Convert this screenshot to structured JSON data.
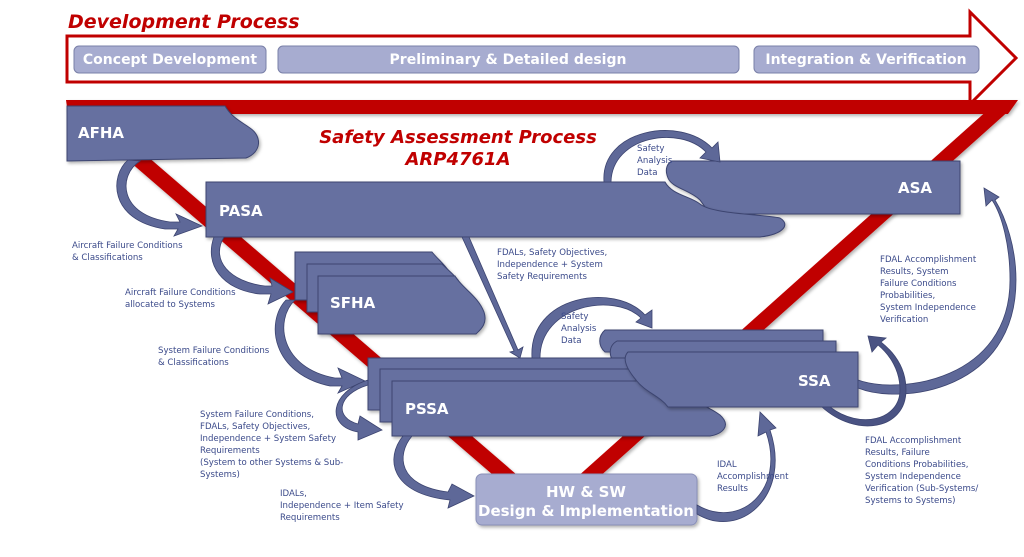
{
  "development_process": {
    "title": "Development Process",
    "phases": [
      {
        "label": "Concept Development"
      },
      {
        "label": "Preliminary & Detailed design"
      },
      {
        "label": "Integration & Verification"
      }
    ]
  },
  "safety_assessment": {
    "title_line1": "Safety Assessment Process",
    "title_line2": "ARP4761A"
  },
  "blocks": {
    "afha": "AFHA",
    "pasa": "PASA",
    "asa": "ASA",
    "sfha": "SFHA",
    "pssa": "PSSA",
    "ssa": "SSA",
    "hw_sw_line1": "HW & SW",
    "hw_sw_line2": "Design & Implementation"
  },
  "labels": {
    "afha_to_pasa": [
      "Aircraft Failure Conditions",
      "& Classifications"
    ],
    "pasa_to_sfha": [
      "Aircraft Failure Conditions",
      "allocated to Systems"
    ],
    "sfha_to_pssa": [
      "System Failure Conditions",
      "& Classifications"
    ],
    "pssa_to_pssa": [
      "System Failure Conditions,",
      "FDALs, Safety Objectives,",
      "Independence + System Safety",
      "Requirements",
      "(System to other Systems & Sub-",
      "Systems)"
    ],
    "pssa_to_hw": [
      "IDALs,",
      "Independence + Item Safety",
      "Requirements"
    ],
    "pasa_to_pssa": [
      "FDALs, Safety Objectives,",
      "Independence + System",
      "Safety Requirements"
    ],
    "pasa_to_asa": [
      "Safety",
      "Analysis",
      "Data"
    ],
    "pssa_to_ssa": [
      "Safety",
      "Analysis",
      "Data"
    ],
    "ssa_to_asa": [
      "FDAL Accomplishment",
      "Results, System",
      "Failure Conditions",
      "Probabilities,",
      "System Independence",
      "Verification"
    ],
    "hw_to_ssa": [
      "IDAL",
      "Accomplishment",
      "Results"
    ],
    "ssa_to_ssa": [
      "FDAL Accomplishment",
      "Results, Failure",
      "Conditions Probabilities,",
      "System Independence",
      "Verification (Sub-Systems/",
      "Systems to Systems)"
    ]
  },
  "colors": {
    "red": "#c00000",
    "block": "#6670a0",
    "phase": "#a7acd0",
    "label": "#3b4a8a"
  }
}
